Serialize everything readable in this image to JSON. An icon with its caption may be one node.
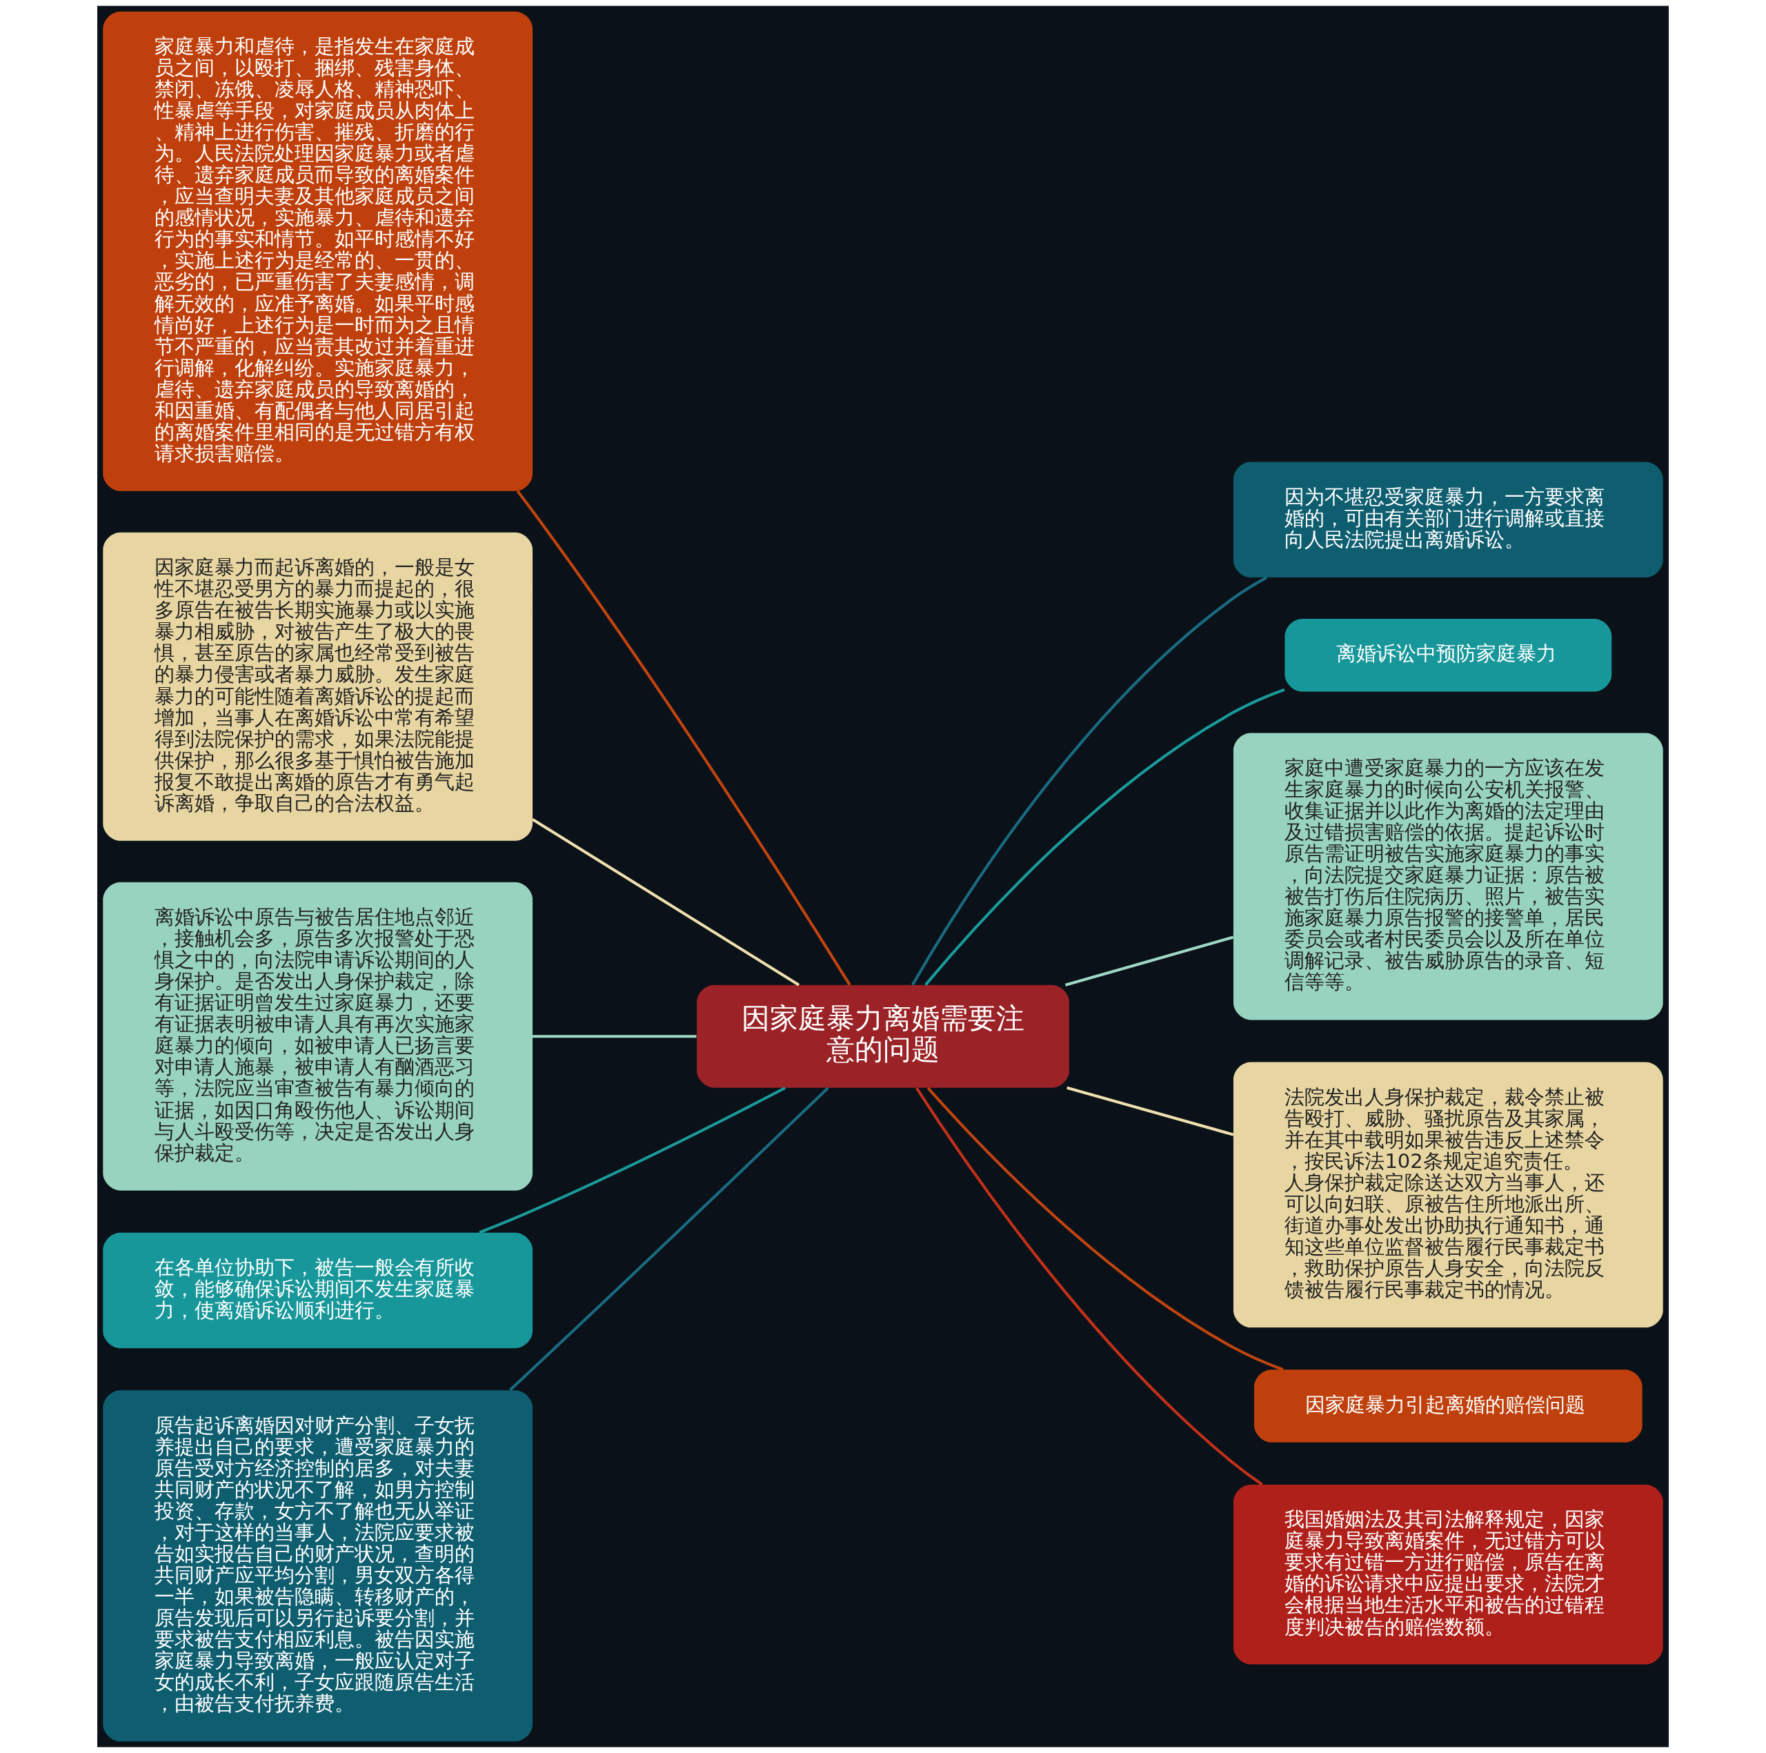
{
  "diagram": {
    "nodes": [
      {
        "text": [
          "因家庭暴力离婚需要注意的问题"
        ]
      },
      {
        "text": [
          "家庭暴力和虐待，是指发生在家庭成员之间，以殴打、捆绑、残害身体、禁闭、冻饿、凌辱人格、精神恐吓、性暴虐等手段，对家庭成员从肉体上、精神上进行伤害、摧残、折磨的行为。人民法院处理因家庭暴力或者虐待、遗弃家庭成员而导致的离婚案件，应当查明夫妻及其他家庭成员之间的感情状况，实施暴力、虐待和遗弃行为的事实和情节。如平时感情不好，实施上述行为是经常的、一贯的、恶劣的，已严重伤害了夫妻感情，调解无效的，应准予离婚。如果平时感情尚好，上述行为是一时而为之且情节不严重的，应当责其改过并着重进行调解，化解纠纷。实施家庭暴力，虐待、遗弃家庭成员的导致离婚的，和因重婚、有配偶者与他人同居引起的离婚案件里相同的是无过错方有权请求损害赔偿。"
        ]
      },
      {
        "text": [
          "因家庭暴力而起诉离婚的，一般是女性不堪忍受男方的暴力而提起的，很多原告在被告长期实施暴力或以实施暴力相威胁，对被告产生了极大的畏惧，甚至原告的家属也经常受到被告的暴力侵害或者暴力威胁。发生家庭暴力的可能性随着离婚诉讼的提起而增加，当事人在离婚诉讼中常有希望得到法院保护的需求，如果法院能提供保护，那么很多基于惧怕被告施加报复不敢提出离婚的原告才有勇气起诉离婚，争取自己的合法权益。"
        ]
      },
      {
        "text": [
          "离婚诉讼中原告与被告居住地点邻近，接触机会多，原告多次报警处于恐惧之中的，向法院申请诉讼期间的人身保护。是否发出人身保护裁定，除有证据证明曾发生过家庭暴力，还要有证据表明被申请人具有再次实施家庭暴力的倾向，如被申请人已扬言要对申请人施暴，被申请人有酗酒恶习等，法院应当审查被告有暴力倾向的证据，如因口角殴伤他人、诉讼期间与人斗殴受伤等，决定是否发出人身保护裁定。"
        ]
      },
      {
        "text": [
          "在各单位协助下，被告一般会有所收敛，能够确保诉讼期间不发生家庭暴力，使离婚诉讼顺利进行。"
        ]
      },
      {
        "text": [
          "原告起诉离婚因对财产分割、子女抚养提出自己的要求，遭受家庭暴力的原告受对方经济控制的居多，对夫妻共同财产的状况不了解，如男方控制投资、存款，女方不了解也无从举证，对于这样的当事人，法院应要求被告如实报告自己的财产状况，查明的共同财产应平均分割，男女双方各得一半，如果被告隐瞒、转移财产的，原告发现后可以另行起诉要分割，并要求被告支付相应利息。被告因实施家庭暴力导致离婚，一般应认定对子女的成长不利，子女应跟随原告生活，由被告支付抚养费。"
        ]
      },
      {
        "text": [
          "因为不堪忍受家庭暴力，一方要求离婚的，可由有关部门进行调解或直接向人民法院提出离婚诉讼。"
        ]
      },
      {
        "text": [
          "离婚诉讼中预防家庭暴力"
        ]
      },
      {
        "text": [
          "家庭中遭受家庭暴力的一方应该在发生家庭暴力的时候向公安机关报警、收集证据并以此作为离婚的法定理由及过错损害赔偿的依据。提起诉讼时原告需证明被告实施家庭暴力的事实，向法院提交家庭暴力证据：原告被被告打伤后住院病历、照片，被告实施家庭暴力原告报警的接警单，居民委员会或者村民委员会以及所在单位调解记录、被告威胁原告的录音、短信等等。"
        ]
      },
      {
        "text": [
          "法院发出人身保护裁定，裁令禁止被告殴打、威胁、骚扰原告及其家属，并在其中载明如果被告违反上述禁令，按民诉法102条规定追究责任。人身保护裁定除送达双方当事人，还可以向妇联、原被告住所地派出所、街道办事处发出协助执行通知书，通知这些单位监督被告履行民事裁定书，救助保护原告人身安全，向法院反馈被告履行民事裁定书的情况。"
        ]
      },
      {
        "text": [
          "因家庭暴力引起离婚的赔偿问题"
        ]
      },
      {
        "text": [
          "我国婚姻法及其司法解释规定，因家庭暴力导致离婚案件，无过错方可以要求有过错一方进行赔偿，原告在离婚的诉讼请求中应提出要求，法院才会根据当地生活水平和被告的过错程度判决被告的赔偿数额。"
        ]
      }
    ],
    "edges": [
      {
        "from": 0,
        "to": 1,
        "arrow": "none",
        "color": "#c0440f"
      },
      {
        "from": 0,
        "to": 2,
        "arrow": "none",
        "color": "#f0e0b0"
      },
      {
        "from": 0,
        "to": 3,
        "arrow": "none",
        "color": "#9fd8c4"
      },
      {
        "from": 0,
        "to": 4,
        "arrow": "none",
        "color": "#1a9a9a"
      },
      {
        "from": 0,
        "to": 5,
        "arrow": "none",
        "color": "#1a6b80"
      },
      {
        "from": 0,
        "to": 6,
        "arrow": "none",
        "color": "#1a6b80"
      },
      {
        "from": 0,
        "to": 7,
        "arrow": "none",
        "color": "#1a9a9a"
      },
      {
        "from": 0,
        "to": 8,
        "arrow": "none",
        "color": "#9fd8c4"
      },
      {
        "from": 0,
        "to": 9,
        "arrow": "none",
        "color": "#f0e0b0"
      },
      {
        "from": 0,
        "to": 10,
        "arrow": "none",
        "color": "#c0440f"
      },
      {
        "from": 0,
        "to": 11,
        "arrow": "none",
        "color": "#c0301a"
      }
    ]
  }
}
